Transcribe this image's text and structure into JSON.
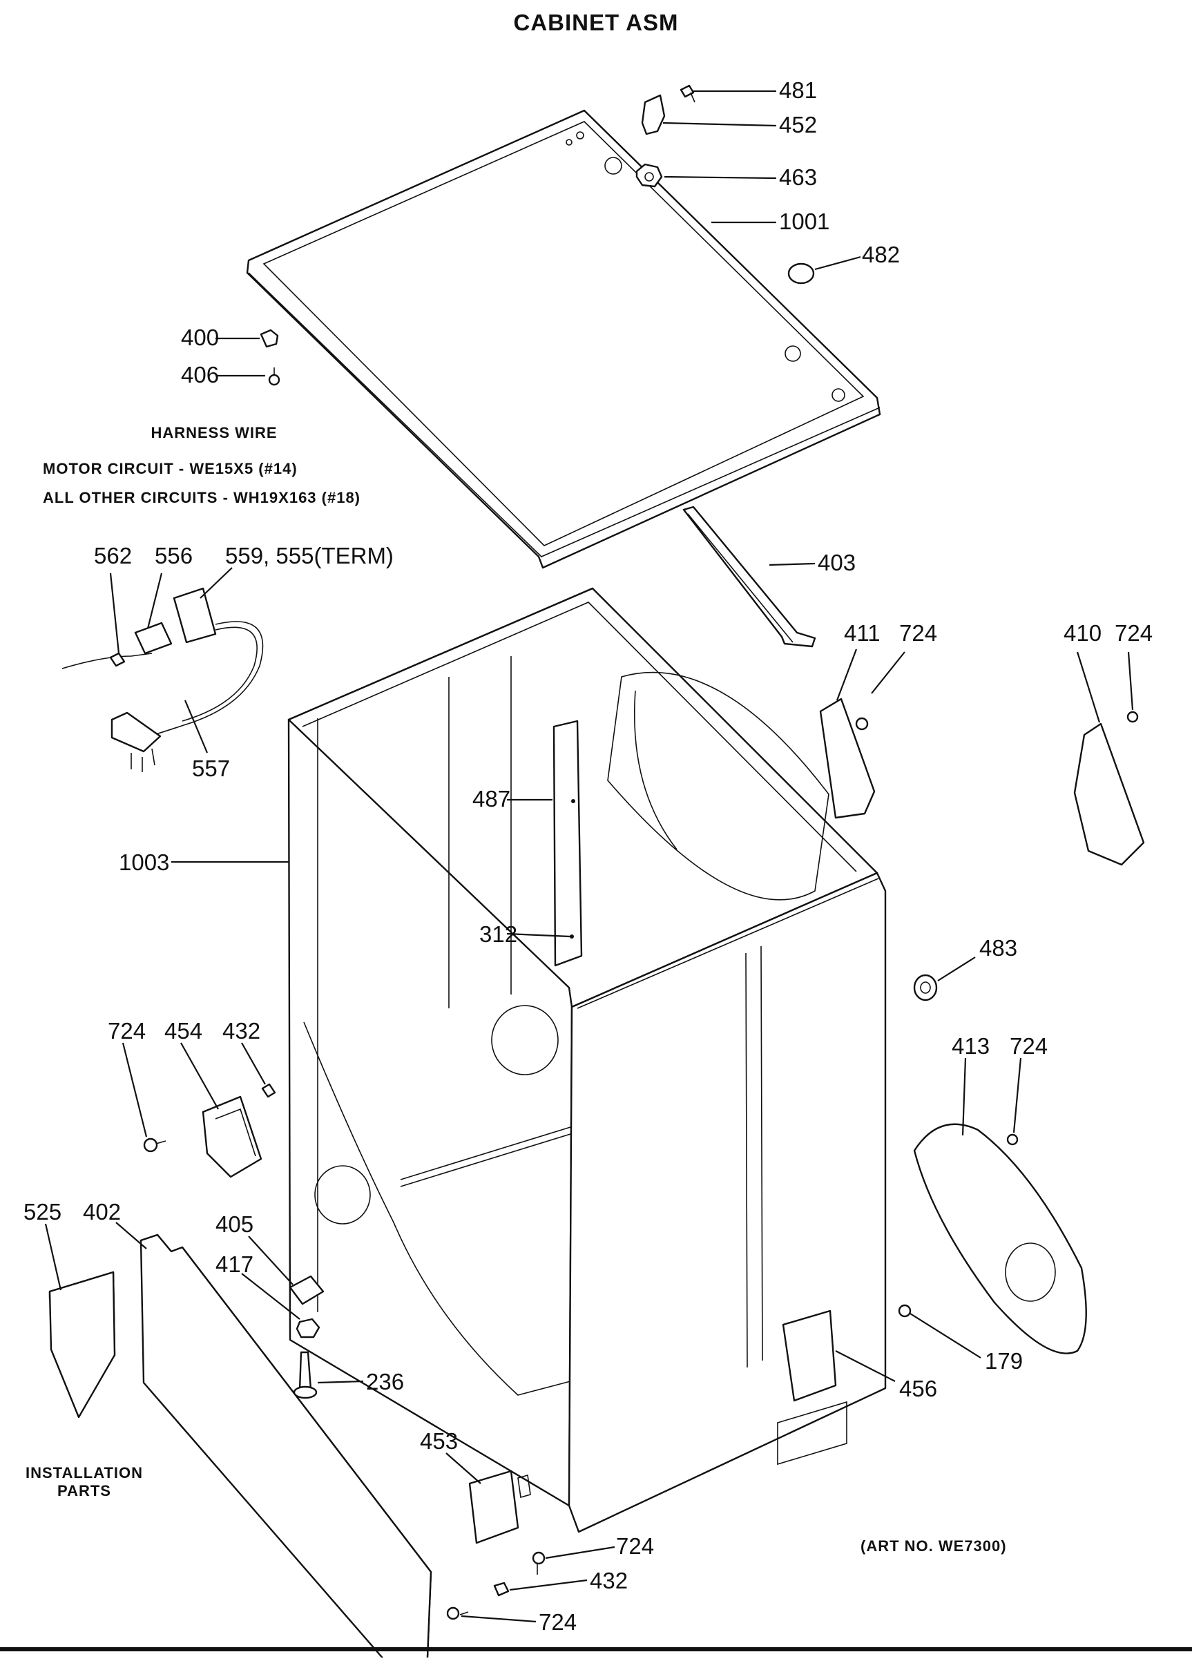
{
  "title": "CABINET ASM",
  "harness": {
    "heading": "HARNESS WIRE",
    "line1": "MOTOR CIRCUIT - WE15X5 (#14)",
    "line2": "ALL OTHER CIRCUITS - WH19X163 (#18)"
  },
  "installation": {
    "line1": "INSTALLATION",
    "line2": "PARTS"
  },
  "art_no": "(ART NO. WE7300)",
  "callouts": {
    "p481": "481",
    "p452": "452",
    "p463": "463",
    "p1001": "1001",
    "p482": "482",
    "p400": "400",
    "p406": "406",
    "p403": "403",
    "p562": "562",
    "p556": "556",
    "p559": "559, 555(TERM)",
    "p557": "557",
    "p411": "411",
    "p724a": "724",
    "p410": "410",
    "p724b": "724",
    "p487": "487",
    "p1003": "1003",
    "p312": "312",
    "p483": "483",
    "p724c": "724",
    "p454": "454",
    "p432a": "432",
    "p413": "413",
    "p724d": "724",
    "p525": "525",
    "p402": "402",
    "p405": "405",
    "p417": "417",
    "p236": "236",
    "p179": "179",
    "p456": "456",
    "p453": "453",
    "p724e": "724",
    "p432b": "432",
    "p724f": "724"
  }
}
